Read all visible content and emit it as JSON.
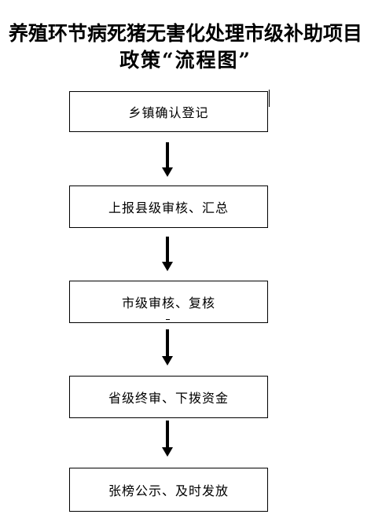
{
  "title": {
    "line1": "养殖环节病死猪无害化处理市级补助项目",
    "line2": "政策“流程图”"
  },
  "steps": [
    {
      "label": "乡镇确认登记"
    },
    {
      "label": "上报县级审核、汇总"
    },
    {
      "label": "市级审核、复核"
    },
    {
      "label": "省级终审、下拨资金"
    },
    {
      "label": "张榜公示、及时发放"
    }
  ],
  "colors": {
    "background": "#ffffff",
    "stroke": "#000000"
  }
}
